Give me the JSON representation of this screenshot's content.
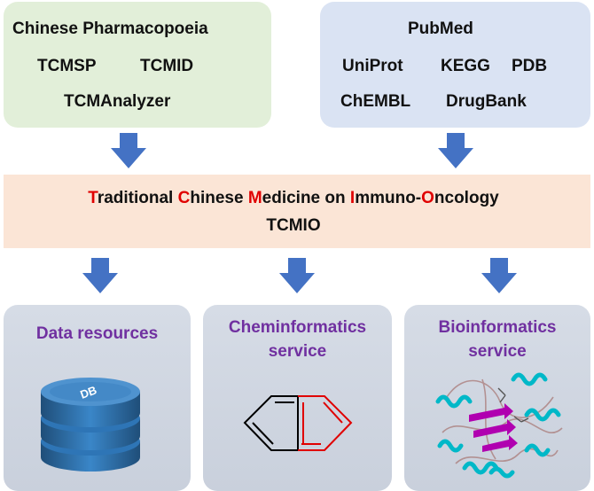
{
  "sources_left": {
    "line1": "Chinese Pharmacopoeia",
    "tcmsp": "TCMSP",
    "tcmid": "TCMID",
    "tcmanalyzer": "TCMAnalyzer"
  },
  "sources_right": {
    "pubmed": "PubMed",
    "uniprot": "UniProt",
    "kegg": "KEGG",
    "pdb": "PDB",
    "chembl": "ChEMBL",
    "drugbank": "DrugBank"
  },
  "banner": {
    "title_parts": [
      {
        "text": "T",
        "highlight": true
      },
      {
        "text": "raditional ",
        "highlight": false
      },
      {
        "text": "C",
        "highlight": true
      },
      {
        "text": "hinese ",
        "highlight": false
      },
      {
        "text": "M",
        "highlight": true
      },
      {
        "text": "edicine on ",
        "highlight": false
      },
      {
        "text": "I",
        "highlight": true
      },
      {
        "text": "mmuno-",
        "highlight": false
      },
      {
        "text": "O",
        "highlight": true
      },
      {
        "text": "ncology",
        "highlight": false
      }
    ],
    "acronym": "TCMIO"
  },
  "services": {
    "data_title": "Data resources",
    "chem_title_1": "Cheminformatics",
    "chem_title_2": "service",
    "bio_title_1": "Bioinformatics",
    "bio_title_2": "service",
    "db_label": "DB"
  },
  "colors": {
    "arrow": "#4472c4",
    "highlight": "#e00000",
    "service_title": "#7030a0",
    "db_disk": "#2e75b6"
  },
  "icons": [
    "down-arrow-icon",
    "database-icon",
    "naphthalene-structure-icon",
    "protein-structure-icon"
  ]
}
